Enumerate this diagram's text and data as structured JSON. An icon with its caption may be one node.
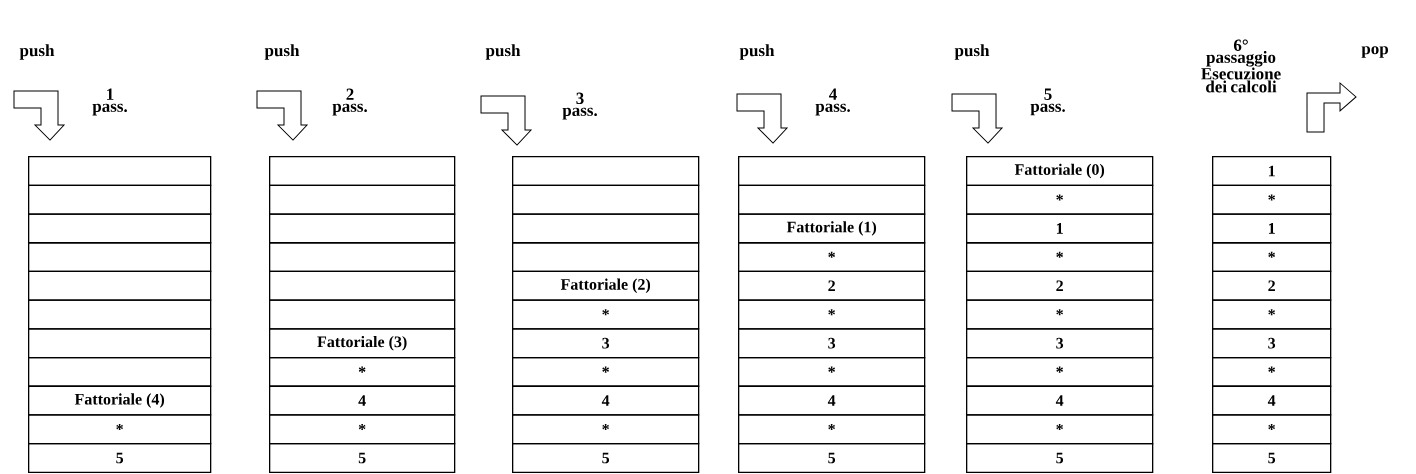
{
  "diagram": {
    "nodes": [
      {
        "text": [],
        "shape": "box"
      },
      {
        "text": [],
        "shape": "box"
      },
      {
        "text": [],
        "shape": "box"
      },
      {
        "text": [],
        "shape": "box"
      },
      {
        "text": [],
        "shape": "box"
      },
      {
        "text": [],
        "shape": "box"
      },
      {
        "text": [],
        "shape": "box"
      },
      {
        "text": [],
        "shape": "box"
      },
      {
        "text": [
          "Fattoriale (4)"
        ]
      },
      {
        "text": [
          "*"
        ]
      },
      {
        "text": [
          "5"
        ]
      },
      {
        "text": [],
        "shape": "box"
      },
      {
        "text": [],
        "shape": "box"
      },
      {
        "text": [],
        "shape": "box"
      },
      {
        "text": [],
        "shape": "box"
      },
      {
        "text": [],
        "shape": "box"
      },
      {
        "text": [],
        "shape": "box"
      },
      {
        "text": [
          "Fattoriale (3)"
        ]
      },
      {
        "text": [
          "*"
        ]
      },
      {
        "text": [
          "4"
        ]
      },
      {
        "text": [
          "*"
        ]
      },
      {
        "text": [
          "5"
        ]
      },
      {
        "text": [],
        "shape": "box"
      },
      {
        "text": [],
        "shape": "box"
      },
      {
        "text": [],
        "shape": "box"
      },
      {
        "text": [],
        "shape": "box"
      },
      {
        "text": [
          "Fattoriale (2)"
        ]
      },
      {
        "text": [
          "*"
        ]
      },
      {
        "text": [
          "3"
        ]
      },
      {
        "text": [
          "*"
        ]
      },
      {
        "text": [
          "4"
        ]
      },
      {
        "text": [
          "*"
        ]
      },
      {
        "text": [
          "5"
        ]
      },
      {
        "text": [],
        "shape": "box"
      },
      {
        "text": [],
        "shape": "box"
      },
      {
        "text": [
          "Fattoriale (1)"
        ]
      },
      {
        "text": [
          "*"
        ]
      },
      {
        "text": [
          "2"
        ]
      },
      {
        "text": [
          "*"
        ]
      },
      {
        "text": [
          "3"
        ]
      },
      {
        "text": [
          "*"
        ]
      },
      {
        "text": [
          "4"
        ]
      },
      {
        "text": [
          "*"
        ]
      },
      {
        "text": [
          "5"
        ]
      },
      {
        "text": [
          "Fattoriale (0)"
        ]
      },
      {
        "text": [
          "*"
        ]
      },
      {
        "text": [
          "1"
        ]
      },
      {
        "text": [
          "*"
        ]
      },
      {
        "text": [
          "2"
        ]
      },
      {
        "text": [
          "*"
        ]
      },
      {
        "text": [
          "3"
        ]
      },
      {
        "text": [
          "*"
        ]
      },
      {
        "text": [
          "4"
        ]
      },
      {
        "text": [
          "*"
        ]
      },
      {
        "text": [
          "5"
        ]
      },
      {
        "text": [
          "1"
        ]
      },
      {
        "text": [
          "*"
        ]
      },
      {
        "text": [
          "1"
        ]
      },
      {
        "text": [
          "*"
        ]
      },
      {
        "text": [
          "2"
        ]
      },
      {
        "text": [
          "*"
        ]
      },
      {
        "text": [
          "3"
        ]
      },
      {
        "text": [
          "*"
        ]
      },
      {
        "text": [
          "4"
        ]
      },
      {
        "text": [
          "*"
        ]
      },
      {
        "text": [
          "5"
        ]
      }
    ],
    "labels": [
      "push",
      "1 pass.",
      "push",
      "2 pass.",
      "push",
      "3 pass.",
      "push",
      "4 pass.",
      "push",
      "5 pass.",
      "6° passaggio Esecuzione dei calcoli",
      "pop"
    ]
  }
}
